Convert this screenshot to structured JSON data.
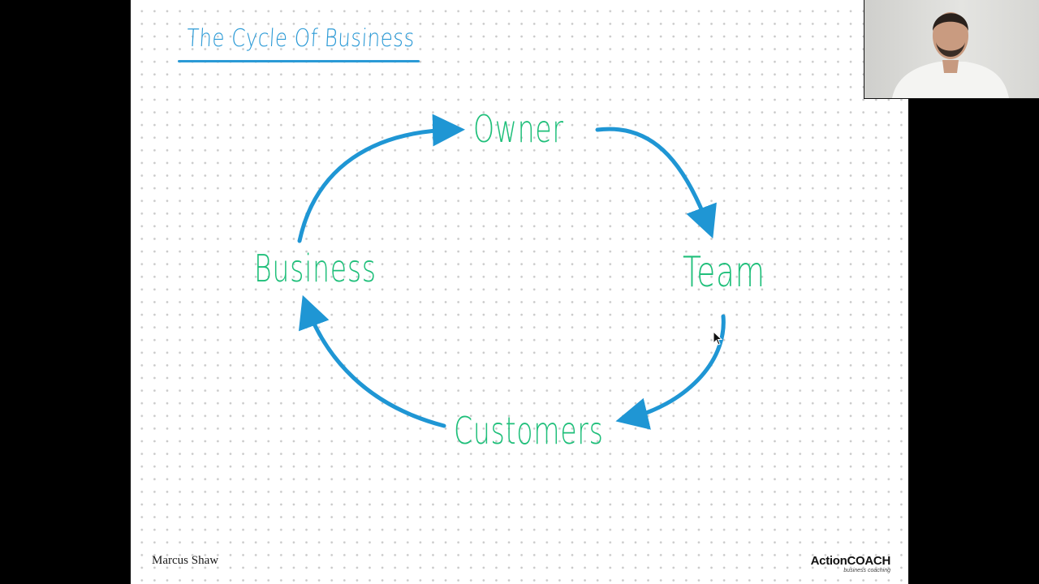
{
  "slide": {
    "title": "The Cycle Of Business",
    "author": "Marcus Shaw",
    "brand": {
      "name": "ActionCOACH",
      "tagline": "business coaching"
    }
  },
  "diagram": {
    "nodes": [
      {
        "id": "owner",
        "label": "Owner"
      },
      {
        "id": "team",
        "label": "Team"
      },
      {
        "id": "customers",
        "label": "Customers"
      },
      {
        "id": "business",
        "label": "Business"
      }
    ],
    "cycle_order": [
      "Owner",
      "Team",
      "Customers",
      "Business"
    ],
    "colors": {
      "title": "#2b9ad6",
      "arrows": "#1f96d4",
      "labels": "#1fbf7a"
    }
  },
  "webcam": {
    "icon": "presenter-video-feed"
  },
  "cursor": {
    "icon": "mouse-pointer-icon"
  }
}
